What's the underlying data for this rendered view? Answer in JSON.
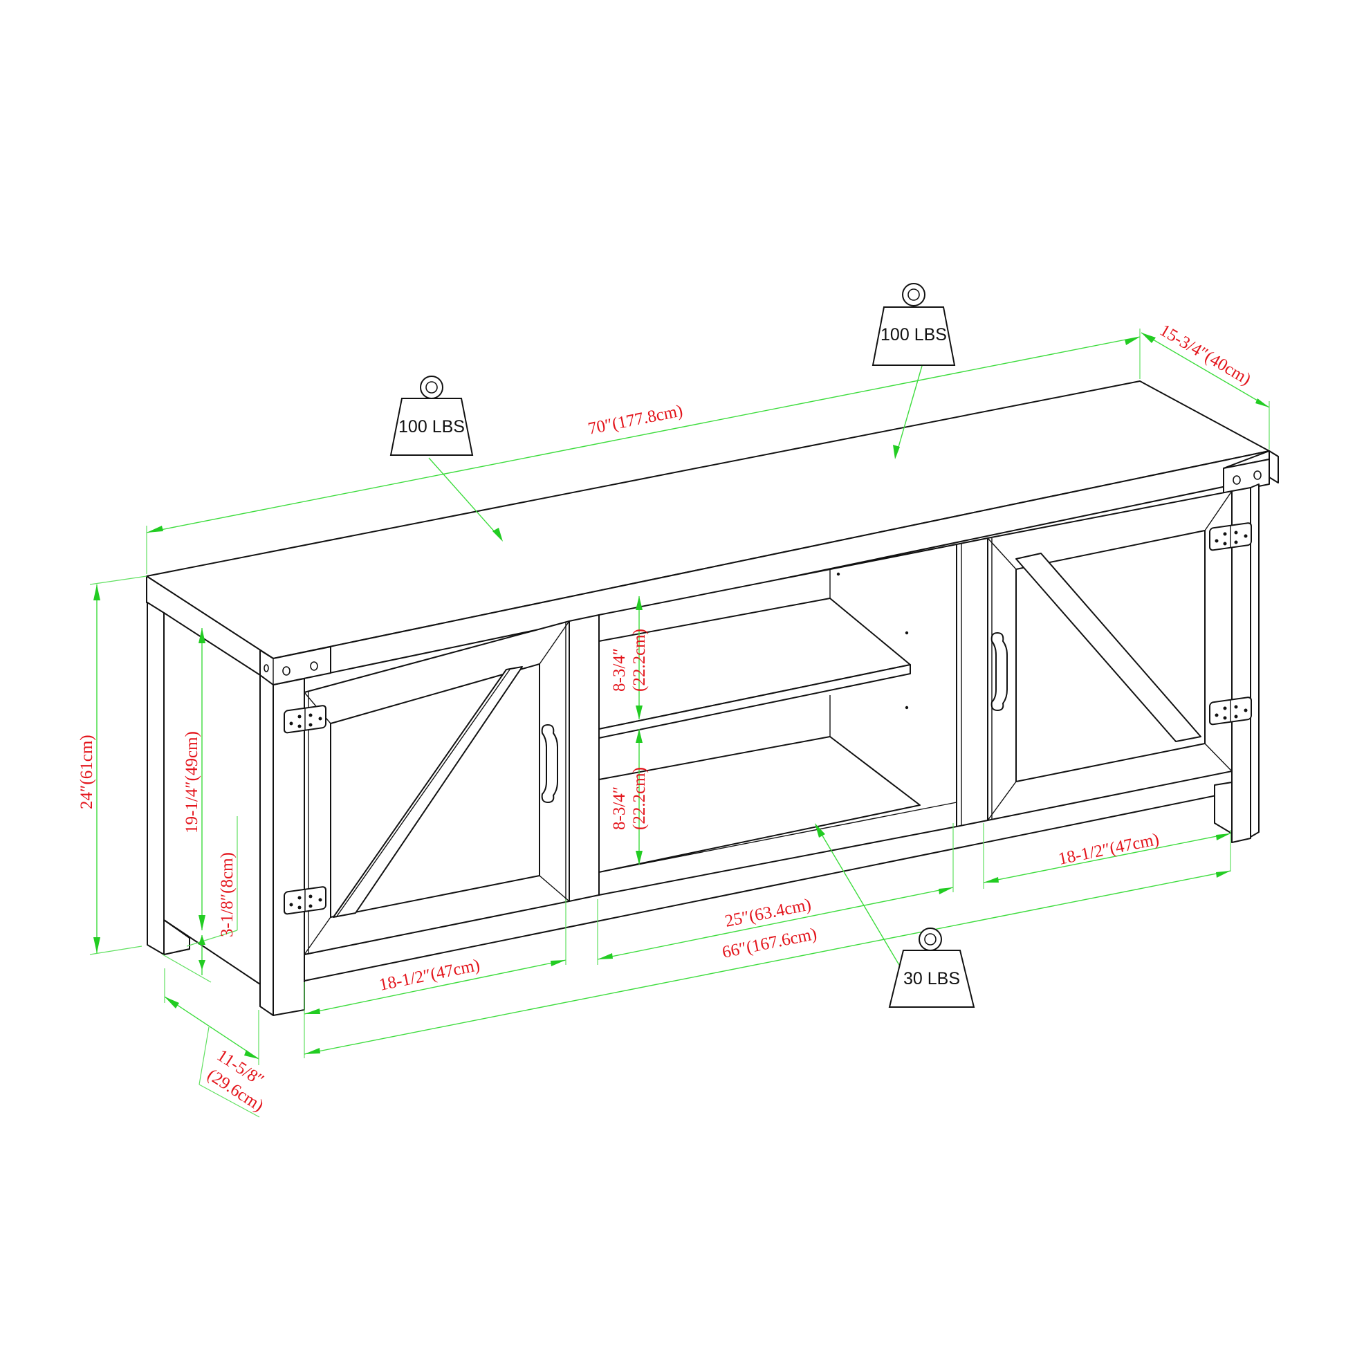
{
  "diagram": {
    "subject": "TV stand with two barn-style doors and open center shelving",
    "colors": {
      "outline": "#111111",
      "dimension_line": "#3ddc3d",
      "dimension_text": "#e3141b",
      "background": "#ffffff"
    },
    "dimensions": {
      "overall_width": "70″(177.8cm)",
      "overall_depth": "15-3/4″(40cm)",
      "overall_height": "24″(61cm)",
      "interior_height": "19-1/4″(49cm)",
      "leg_clearance": "3-1/8″(8cm)",
      "side_depth_line1": "11-5/8″",
      "side_depth_line2": "(29.6cm)",
      "upper_shelf_height_line1": "8-3/4″",
      "upper_shelf_height_line2": "(22.2cm)",
      "lower_shelf_height_line1": "8-3/4″",
      "lower_shelf_height_line2": "(22.2cm)",
      "left_door_width": "18-1/2″(47cm)",
      "center_opening_width": "25″(63.4cm)",
      "right_door_width": "18-1/2″(47cm)",
      "inner_width": "66″(167.6cm)"
    },
    "weight_limits": [
      {
        "id": "top-left",
        "label": "100 LBS"
      },
      {
        "id": "top-right",
        "label": "100 LBS"
      },
      {
        "id": "shelf",
        "label": "30 LBS"
      }
    ],
    "hardware": {
      "hinges": 4,
      "handles": 2,
      "corner_brackets": 2
    }
  }
}
